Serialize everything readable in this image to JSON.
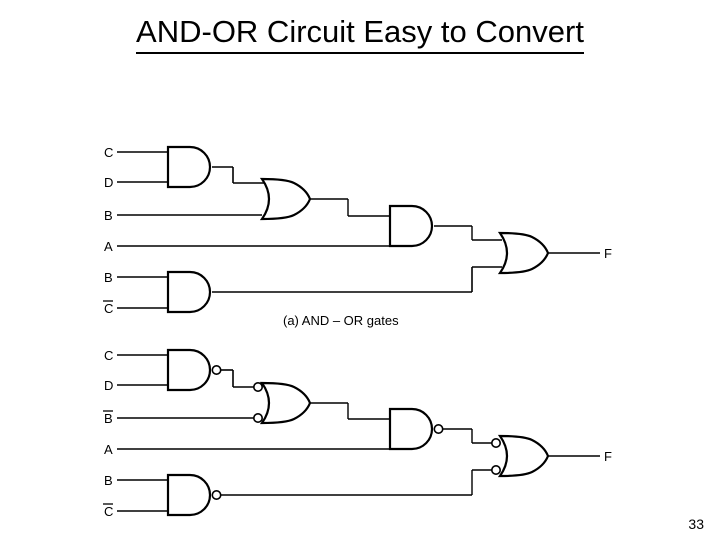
{
  "slide": {
    "title": "AND-OR Circuit Easy to Convert",
    "page_number": "33",
    "background_color": "#ffffff",
    "ink_color": "#000000"
  },
  "figure": {
    "caption_a": "(a) AND – OR gates",
    "circuits": [
      {
        "id": "and-or",
        "label": "(a) AND – OR gates",
        "inputs": [
          {
            "name": "C",
            "overline": false
          },
          {
            "name": "D",
            "overline": false
          },
          {
            "name": "B",
            "overline": false
          },
          {
            "name": "A",
            "overline": false
          },
          {
            "name": "B",
            "overline": false
          },
          {
            "name": "C",
            "overline": true
          }
        ],
        "gates": [
          {
            "id": "g1",
            "type": "AND",
            "inputs": [
              "C",
              "D"
            ],
            "bubble_out": false
          },
          {
            "id": "g2",
            "type": "OR",
            "inputs": [
              "g1",
              "B"
            ],
            "bubble_out": false
          },
          {
            "id": "g3",
            "type": "AND",
            "inputs": [
              "g2",
              "A"
            ],
            "bubble_out": false
          },
          {
            "id": "g4",
            "type": "AND",
            "inputs": [
              "B",
              "Cbar"
            ],
            "bubble_out": false
          },
          {
            "id": "g5",
            "type": "OR",
            "inputs": [
              "g3",
              "g4"
            ],
            "bubble_out": false
          }
        ],
        "output": "F"
      },
      {
        "id": "nand",
        "label": "",
        "inputs": [
          {
            "name": "C",
            "overline": false
          },
          {
            "name": "D",
            "overline": false
          },
          {
            "name": "B",
            "overline": true
          },
          {
            "name": "A",
            "overline": false
          },
          {
            "name": "B",
            "overline": false
          },
          {
            "name": "C",
            "overline": true
          }
        ],
        "gates": [
          {
            "id": "h1",
            "type": "NAND",
            "inputs": [
              "C",
              "D"
            ],
            "bubble_out": true
          },
          {
            "id": "h2",
            "type": "OR",
            "inputs": [
              "h1",
              "Bbar"
            ],
            "bubble_in": true
          },
          {
            "id": "h3",
            "type": "NAND",
            "inputs": [
              "h2",
              "A"
            ],
            "bubble_out": true
          },
          {
            "id": "h4",
            "type": "NAND",
            "inputs": [
              "B",
              "Cbar"
            ],
            "bubble_out": true
          },
          {
            "id": "h5",
            "type": "OR",
            "inputs": [
              "h3",
              "h4"
            ],
            "bubble_in": true
          }
        ],
        "output": "F"
      }
    ],
    "output_label_a": "F",
    "output_label_b": "F"
  }
}
